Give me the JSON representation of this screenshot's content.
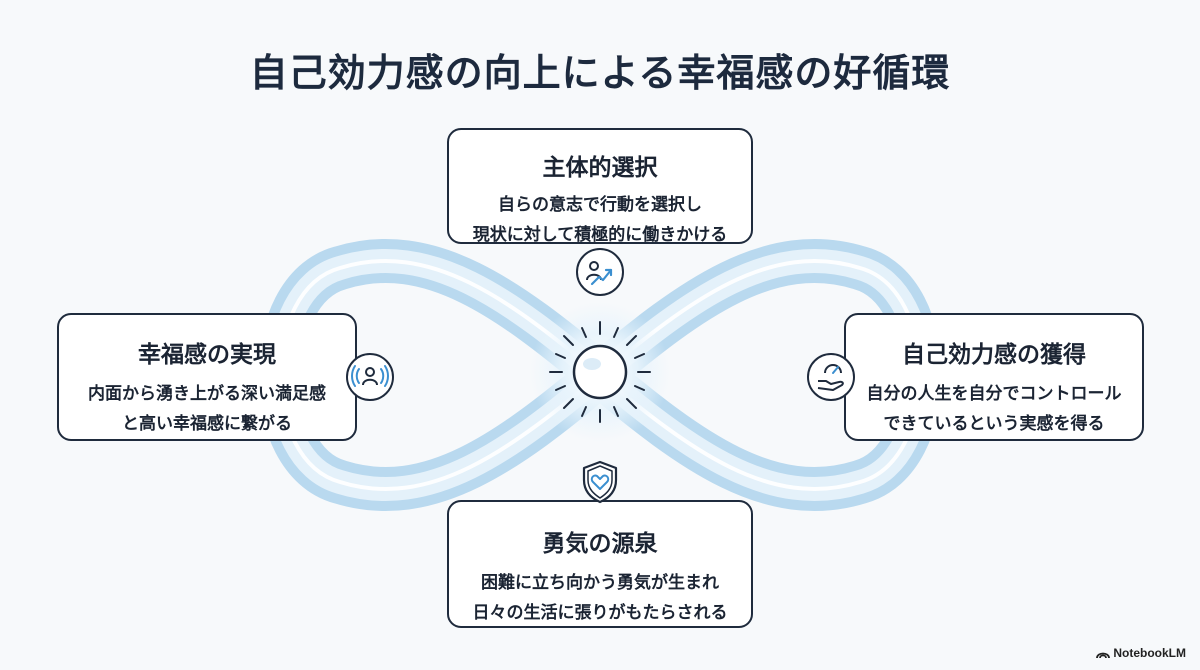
{
  "title": "自己効力感の向上による幸福感の好循環",
  "nodes": {
    "top": {
      "title": "主体的選択",
      "line1": "自らの意志で行動を選択し",
      "line2": "現状に対して積極的に働きかける",
      "icon": "person-rising-arrow-icon"
    },
    "right": {
      "title": "自己効力感の獲得",
      "line1": "自分の人生を自分でコントロール",
      "line2": "できているという実感を得る",
      "icon": "hand-gauge-icon"
    },
    "bottom": {
      "title": "勇気の源泉",
      "line1": "困難に立ち向かう勇気が生まれ",
      "line2": "日々の生活に張りがもたらされる",
      "icon": "shield-heart-icon"
    },
    "left": {
      "title": "幸福感の実現",
      "line1": "内面から湧き上がる深い満足感",
      "line2": "と高い幸福感に繋がる",
      "icon": "person-radiating-icon"
    }
  },
  "footer": "NotebookLM",
  "colors": {
    "title": "#1d2a3e",
    "loop_outer": "#b9d9ef",
    "loop_inner": "#e4f1fa",
    "border": "#1f2b3d"
  }
}
